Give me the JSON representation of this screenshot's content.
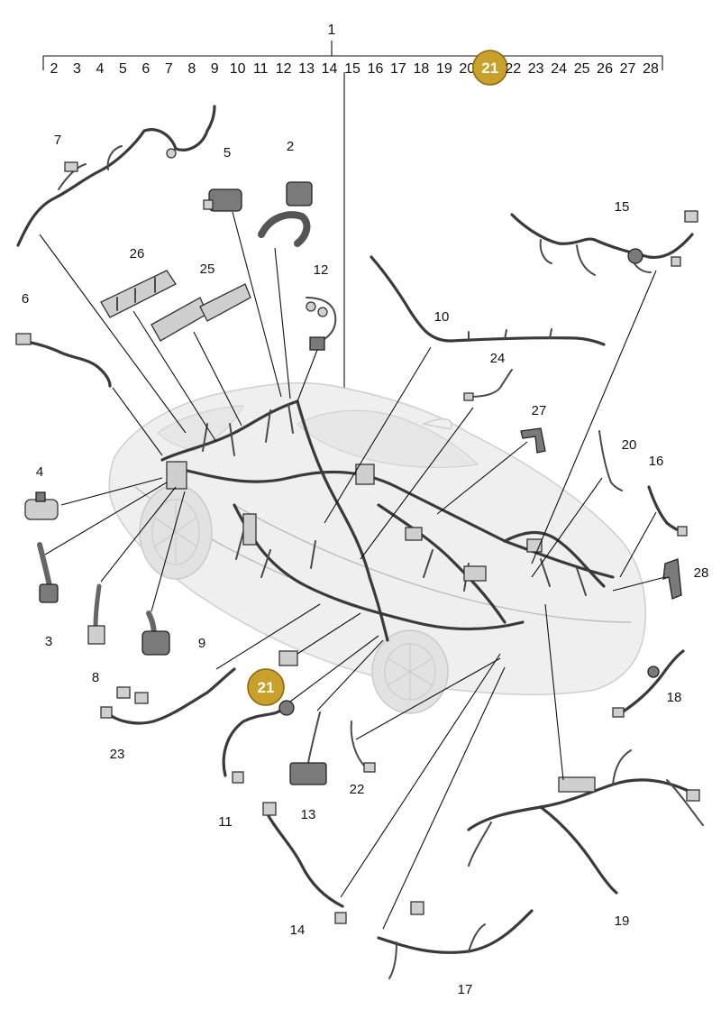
{
  "header": {
    "main_label": "1",
    "range_labels": [
      "2",
      "3",
      "4",
      "5",
      "6",
      "7",
      "8",
      "9",
      "10",
      "11",
      "12",
      "13",
      "14",
      "15",
      "16",
      "17",
      "18",
      "19",
      "20",
      "21",
      "22",
      "23",
      "24",
      "25",
      "26",
      "27",
      "28"
    ],
    "highlighted": "21"
  },
  "callouts": {
    "c2": "2",
    "c3": "3",
    "c4": "4",
    "c5": "5",
    "c6": "6",
    "c7": "7",
    "c8": "8",
    "c9": "9",
    "c10": "10",
    "c11": "11",
    "c12": "12",
    "c13": "13",
    "c14": "14",
    "c15": "15",
    "c16": "16",
    "c17": "17",
    "c18": "18",
    "c19": "19",
    "c20": "20",
    "c21": "21",
    "c22": "22",
    "c23": "23",
    "c24": "24",
    "c25": "25",
    "c26": "26",
    "c27": "27",
    "c28": "28"
  },
  "colors": {
    "highlight": "#c9a02a",
    "highlight_ring": "#8a6b12",
    "line": "#111111"
  }
}
